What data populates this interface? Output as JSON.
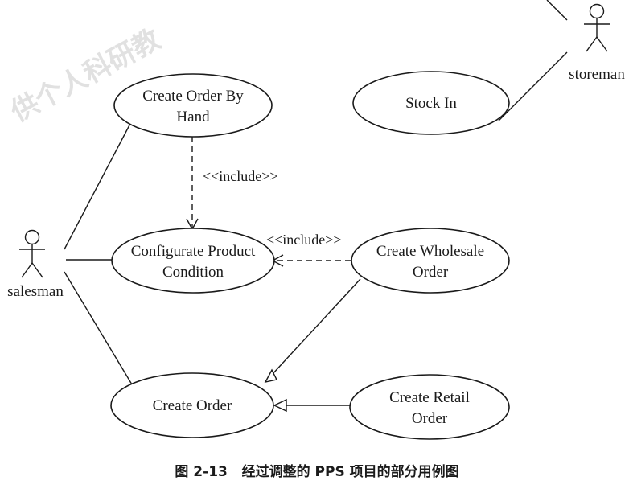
{
  "watermark": {
    "text": "供个人科研教"
  },
  "actors": {
    "salesman": {
      "name": "salesman"
    },
    "storeman": {
      "name": "storeman"
    }
  },
  "use_cases": {
    "create_order_by_hand": {
      "line1": "Create Order By",
      "line2": "Hand"
    },
    "stock_in": {
      "line1": "Stock In"
    },
    "configurate_product_condition": {
      "line1": "Configurate Product",
      "line2": "Condition"
    },
    "create_wholesale_order": {
      "line1": "Create Wholesale",
      "line2": "Order"
    },
    "create_order": {
      "line1": "Create Order"
    },
    "create_retail_order": {
      "line1": "Create Retail",
      "line2": "Order"
    }
  },
  "relationships": {
    "include_1": "<<include>>",
    "include_2": "<<include>>"
  },
  "caption": {
    "text": "图 2-13   经过调整的 PPS 项目的部分用例图"
  }
}
